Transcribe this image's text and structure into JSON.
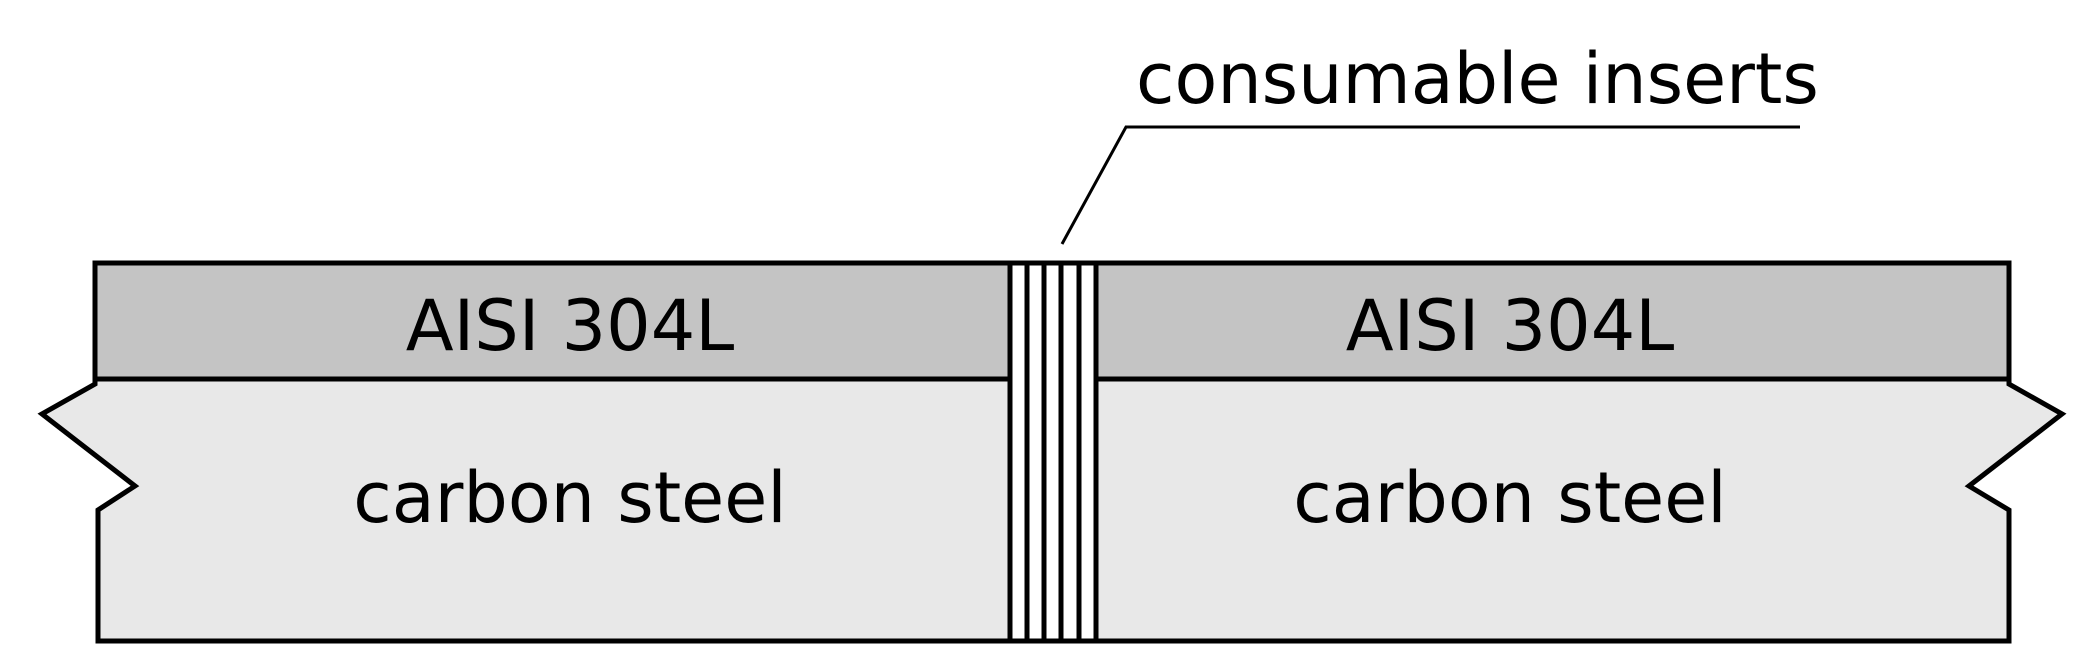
{
  "callout": {
    "text": "consumable inserts"
  },
  "left_plate": {
    "cladding_label": "AISI 304L",
    "base_label": "carbon steel"
  },
  "right_plate": {
    "cladding_label": "AISI 304L",
    "base_label": "carbon steel"
  },
  "colors": {
    "cladding_fill": "#c4c4c4",
    "base_fill": "#e8e8e8",
    "insert_fill": "#ffffff",
    "stroke": "#000000",
    "background": "#ffffff"
  }
}
